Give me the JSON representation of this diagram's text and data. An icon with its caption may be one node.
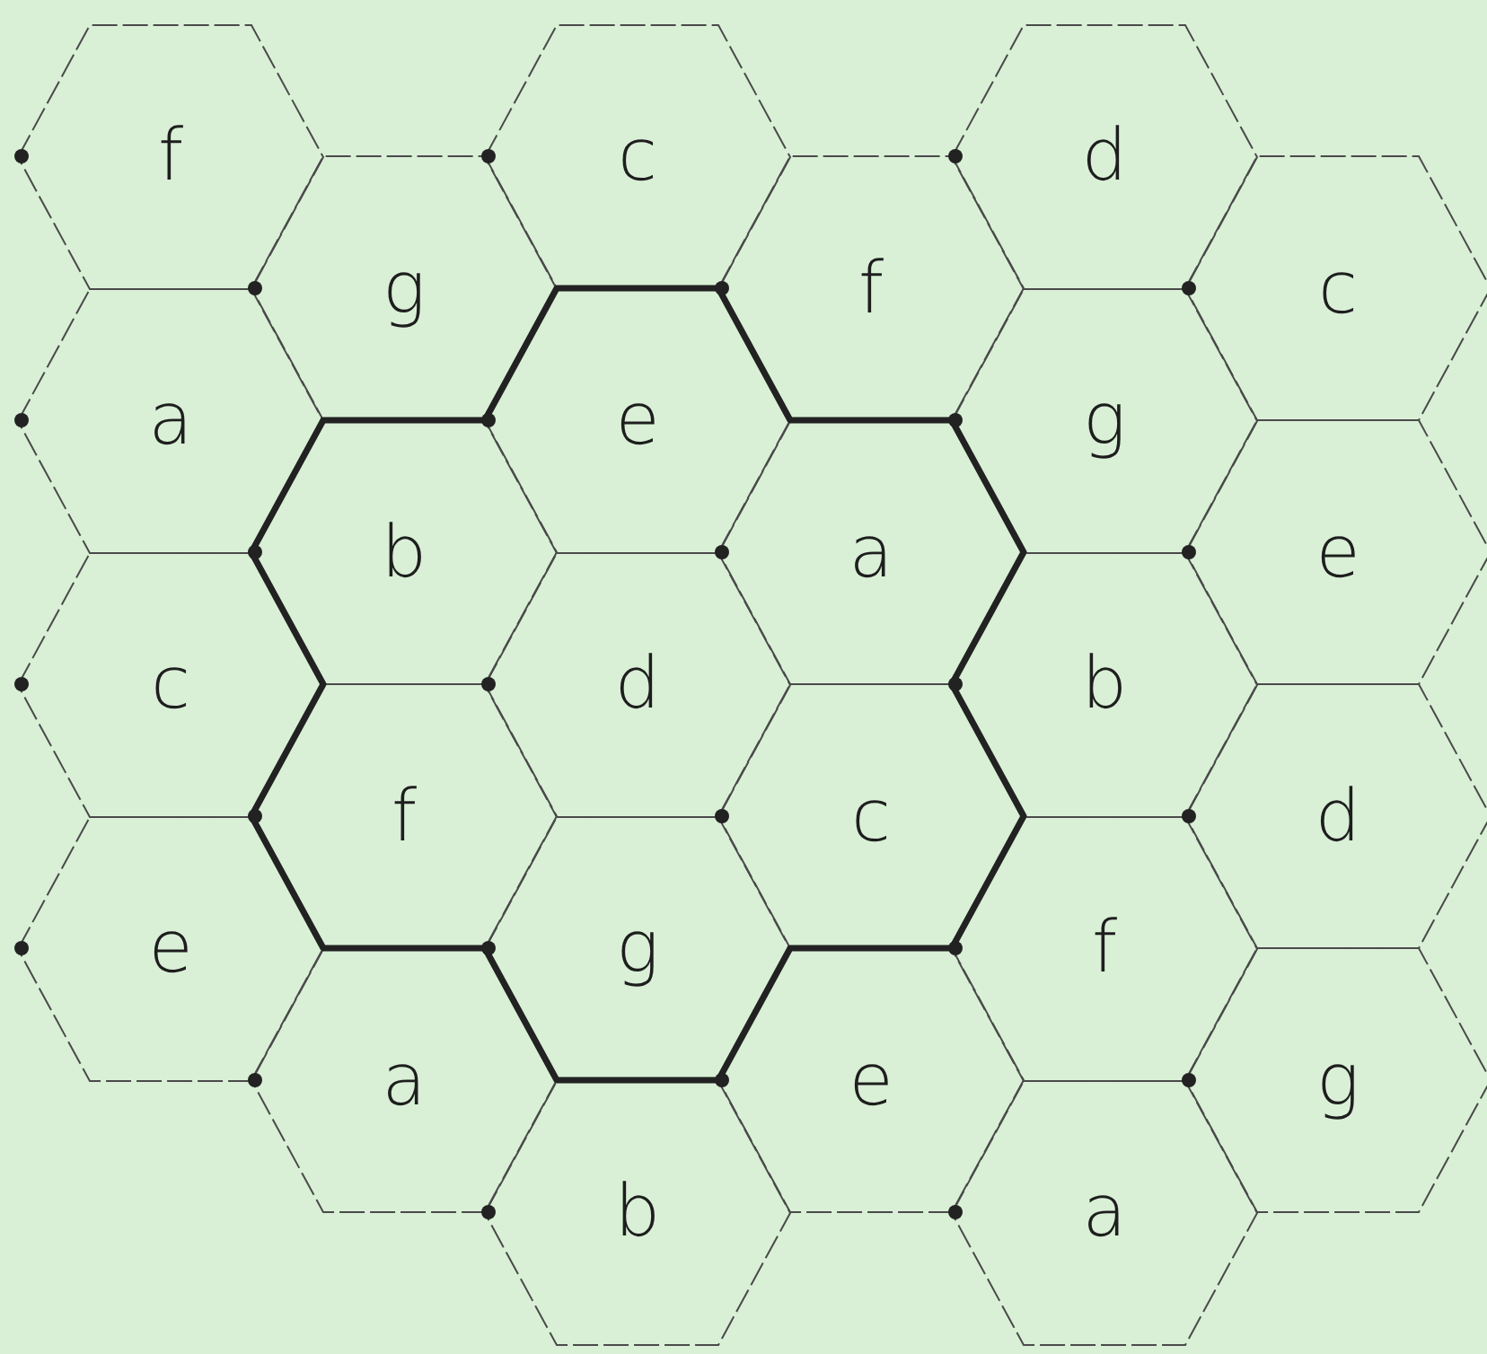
{
  "diagram": {
    "nodes": [
      {
        "text": [
          "f"
        ]
      },
      {
        "text": [
          "c"
        ]
      },
      {
        "text": [
          "d"
        ]
      },
      {
        "text": [
          "g"
        ]
      },
      {
        "text": [
          "f"
        ]
      },
      {
        "text": [
          "c"
        ]
      },
      {
        "text": [
          "a"
        ]
      },
      {
        "text": [
          "e"
        ]
      },
      {
        "text": [
          "g"
        ]
      },
      {
        "text": [
          "b"
        ]
      },
      {
        "text": [
          "a"
        ]
      },
      {
        "text": [
          "e"
        ]
      },
      {
        "text": [
          "c"
        ]
      },
      {
        "text": [
          "d"
        ]
      },
      {
        "text": [
          "b"
        ]
      },
      {
        "text": [
          "f"
        ]
      },
      {
        "text": [
          "c"
        ]
      },
      {
        "text": [
          "d"
        ]
      },
      {
        "text": [
          "e"
        ]
      },
      {
        "text": [
          "g"
        ]
      },
      {
        "text": [
          "f"
        ]
      },
      {
        "text": [
          "a"
        ]
      },
      {
        "text": [
          "e"
        ]
      },
      {
        "text": [
          "g"
        ]
      },
      {
        "text": [
          "b"
        ]
      },
      {
        "text": [
          "a"
        ]
      }
    ]
  }
}
